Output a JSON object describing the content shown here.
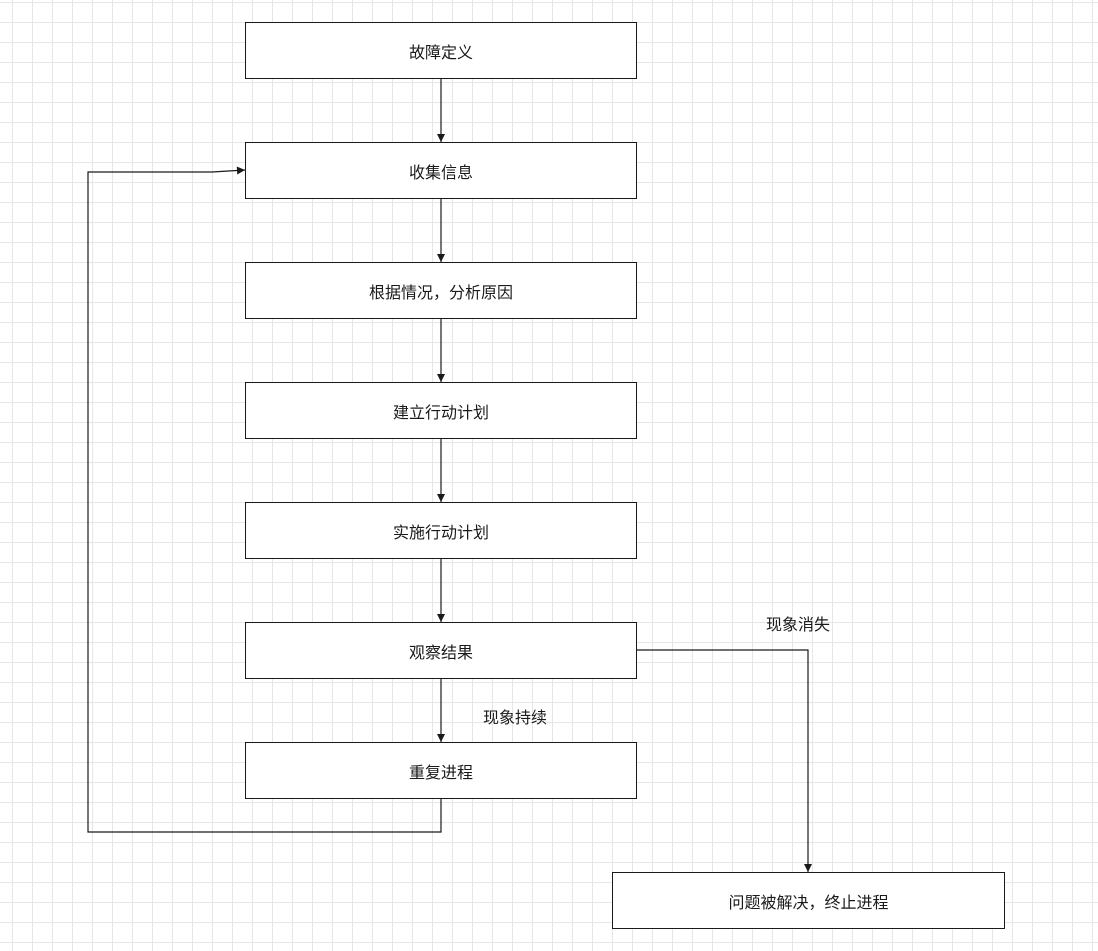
{
  "colors": {
    "grid": "#e6e6e6",
    "stroke": "#1a1a1a",
    "node_fill": "#ffffff"
  },
  "nodes": {
    "fault_definition": "故障定义",
    "collect_info": "收集信息",
    "analyze_cause": "根据情况，分析原因",
    "build_plan": "建立行动计划",
    "implement_plan": "实施行动计划",
    "observe_result": "观察结果",
    "repeat_process": "重复进程",
    "problem_solved": "问题被解决，终止进程"
  },
  "edge_labels": {
    "phenomenon_gone": "现象消失",
    "phenomenon_persists": "现象持续"
  }
}
